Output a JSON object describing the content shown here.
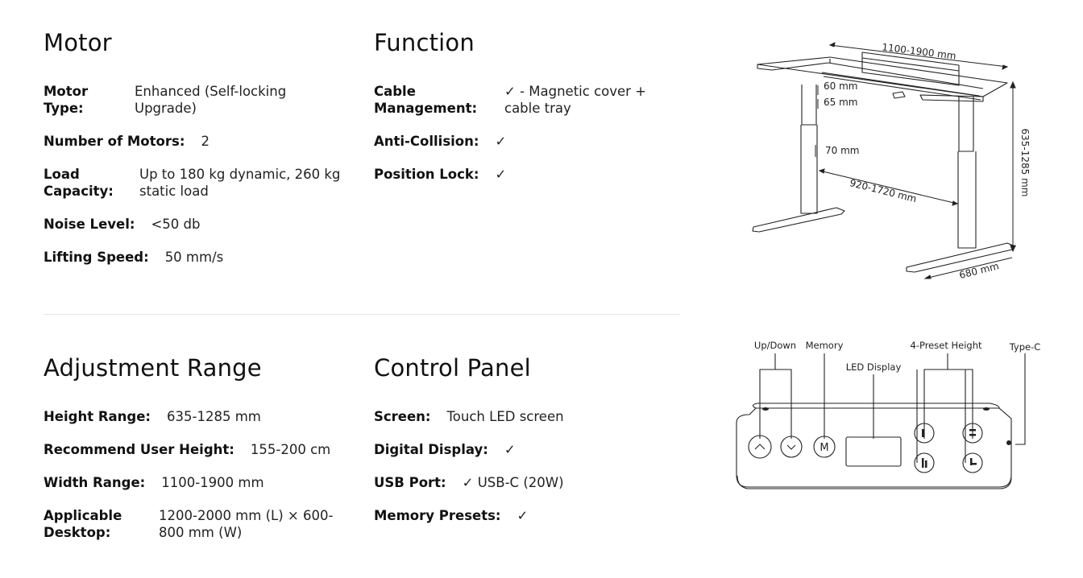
{
  "motor": {
    "title": "Motor",
    "specs": [
      {
        "label": "Motor Type:",
        "value": "Enhanced (Self-locking Upgrade)"
      },
      {
        "label": "Number of Motors:",
        "value": "2"
      },
      {
        "label": "Load Capacity:",
        "value": "Up to 180 kg dynamic, 260 kg static load"
      },
      {
        "label": "Noise Level:",
        "value": "<50 db"
      },
      {
        "label": "Lifting Speed:",
        "value": "50 mm/s"
      }
    ]
  },
  "function": {
    "title": "Function",
    "specs": [
      {
        "label": "Cable Management:",
        "value": "✓ - Magnetic cover + cable tray"
      },
      {
        "label": "Anti-Collision:",
        "value": "✓"
      },
      {
        "label": "Position Lock:",
        "value": "✓"
      }
    ]
  },
  "adjustment": {
    "title": "Adjustment Range",
    "specs": [
      {
        "label": "Height Range:",
        "value": "635-1285 mm"
      },
      {
        "label": "Recommend User Height:",
        "value": "155-200 cm"
      },
      {
        "label": "Width Range:",
        "value": "1100-1900 mm"
      },
      {
        "label": "Applicable Desktop:",
        "value": "1200-2000 mm (L) × 600-800 mm (W)"
      }
    ]
  },
  "control_panel": {
    "title": "Control Panel",
    "specs": [
      {
        "label": "Screen:",
        "value": "Touch LED screen"
      },
      {
        "label": "Digital Display:",
        "value": "✓"
      },
      {
        "label": "USB Port:",
        "value": "✓ USB-C  (20W)"
      },
      {
        "label": "Memory Presets:",
        "value": "✓"
      }
    ]
  },
  "frame_diagram": {
    "width_label": "1100-1900 mm",
    "top_gap_label": "60 mm",
    "upper_column_label": "65 mm",
    "lower_column_label": "70 mm",
    "inner_width_label": "920-1720 mm",
    "height_label": "635-1285 mm",
    "foot_label": "680 mm"
  },
  "panel_diagram": {
    "up_down_label": "Up/Down",
    "memory_label": "Memory",
    "led_label": "LED Display",
    "preset_label": "4-Preset Height",
    "typec_label": "Type-C",
    "memory_key_glyph": "M"
  }
}
